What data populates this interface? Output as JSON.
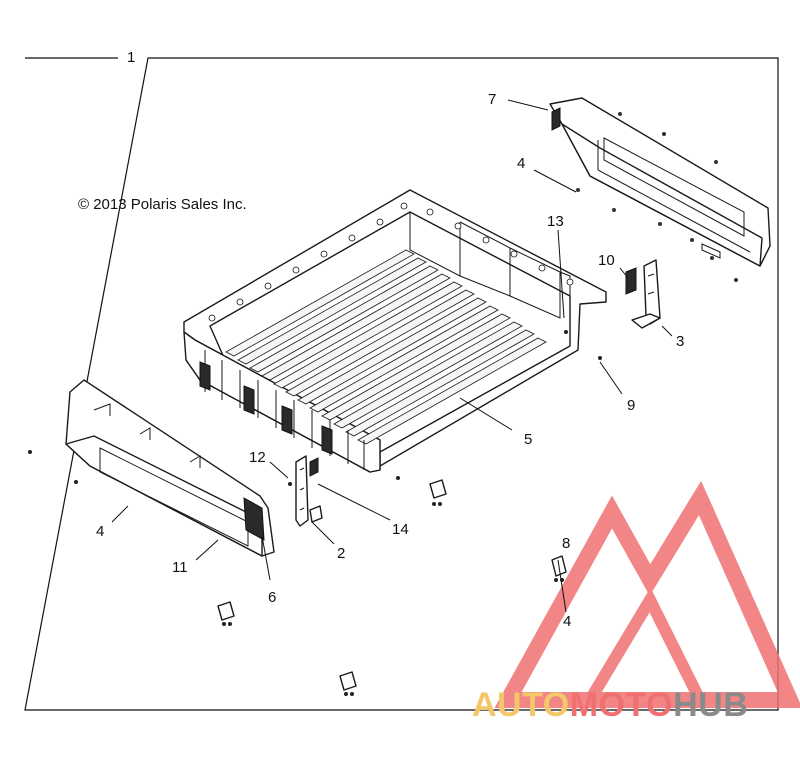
{
  "diagram": {
    "copyright": "© 2013 Polaris Sales Inc.",
    "callouts": {
      "c1": "1",
      "c2": "2",
      "c3": "3",
      "c4a": "4",
      "c4b": "4",
      "c4c": "4",
      "c5": "5",
      "c6": "6",
      "c7": "7",
      "c8": "8",
      "c9": "9",
      "c10": "10",
      "c11": "11",
      "c12": "12",
      "c13": "13",
      "c14": "14"
    }
  },
  "watermark": {
    "part1": "AUTO",
    "part2": "MOTO",
    "part3": "HUB",
    "colors": {
      "triangle": "#f07070",
      "auto": "#f3c76a",
      "moto": "#f07070",
      "hub": "#8a8a8a"
    }
  }
}
